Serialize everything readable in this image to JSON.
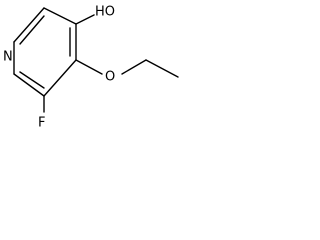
{
  "molecule": {
    "atoms": {
      "n1": "N",
      "oh": "HO",
      "o_ether": "O",
      "f": "F"
    }
  }
}
